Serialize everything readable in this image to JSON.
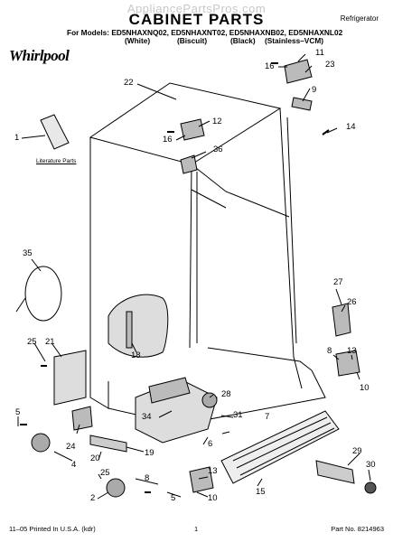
{
  "header": {
    "watermark": "AppliancePartsPros.com",
    "title": "CABINET PARTS",
    "document_type": "Refrigerator",
    "models_line": "For Models: ED5NHAXNQ02, ED5NHAXNT02, ED5NHAXNB02, ED5NHAXNL02",
    "colors": [
      "(White)",
      "(Biscuit)",
      "(Black)",
      "(Stainless–VCM)"
    ]
  },
  "brand": {
    "name": "Whirlpool"
  },
  "literature_parts_label": "Literature Parts",
  "callouts": [
    "1",
    "22",
    "11",
    "23",
    "16",
    "9",
    "16",
    "12",
    "14",
    "36",
    "35",
    "27",
    "26",
    "25",
    "21",
    "18",
    "8",
    "13",
    "10",
    "28",
    "5",
    "24",
    "34",
    "31",
    "7",
    "6",
    "4",
    "20",
    "19",
    "25",
    "8",
    "13",
    "29",
    "2",
    "5",
    "10",
    "15",
    "30"
  ],
  "footer": {
    "printed": "11–05 Printed In U.S.A. (kdr)",
    "page": "1",
    "part_number": "Part No. 8214963"
  }
}
